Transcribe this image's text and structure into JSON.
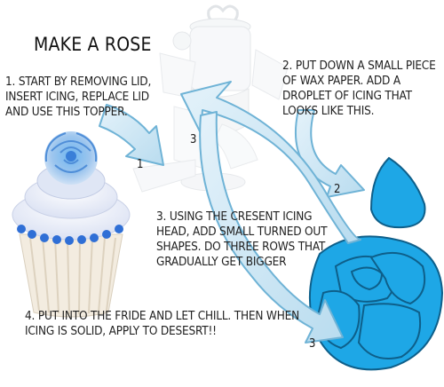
{
  "title": "MAKE A ROSE",
  "steps": [
    "1. START BY REMOVING LID, INSERT ICING, REPLACE LID AND USE THIS TOPPER.",
    "2. PUT DOWN A SMALL PIECE OF WAX PAPER. ADD A DROPLET OF ICING THAT LOOKS LIKE THIS.",
    "3. USING THE CRESENT ICING HEAD, ADD SMALL TURNED OUT SHAPES. DO THREE ROWS THAT GRADUALLY GET BIGGER",
    "4. PUT INTO THE FRIDE AND LET CHILL. THEN WHEN ICING IS SOLID, APPLY TO DESESRT!!"
  ],
  "arrow_numbers": [
    "1",
    "2",
    "3",
    "3"
  ],
  "colors": {
    "icing_blue": "#1ea7e6",
    "arrow_fill": "#cfe6f2",
    "arrow_stroke": "#6fb3d6",
    "cupcake_paper": "#f3ece0"
  }
}
